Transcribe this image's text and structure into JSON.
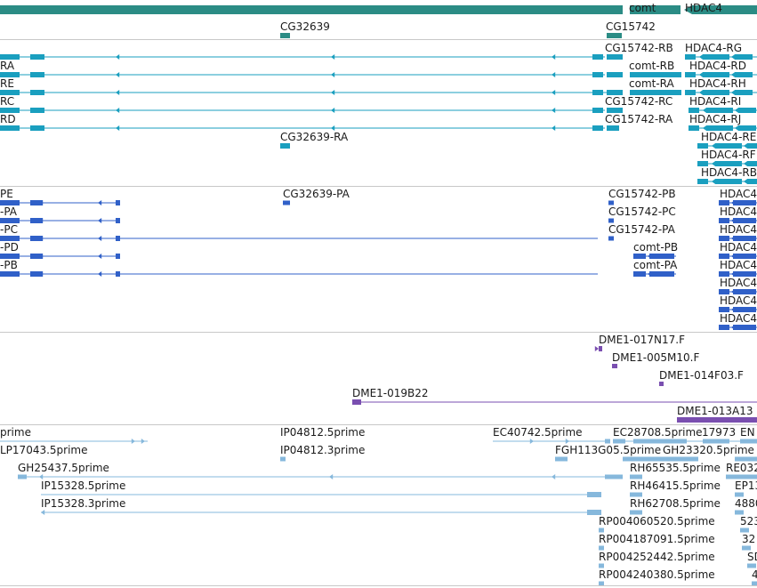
{
  "colors": {
    "gene": "#2b8c85",
    "mrna": "#1a9fbf",
    "protein": "#3060c8",
    "clone": "#7a4fb0",
    "est": "#86b8dc",
    "separator": "#c8c8c8"
  },
  "tracks": {
    "genes": {
      "labels": [
        "comt",
        "HDAC4",
        "CG32639",
        "CG15742"
      ]
    },
    "mrna": {
      "labels": [
        "CG15742-RB",
        "HDAC4-RG",
        "RA",
        "comt-RB",
        "HDAC4-RD",
        "RE",
        "comt-RA",
        "HDAC4-RH",
        "RC",
        "CG15742-RC",
        "HDAC4-RI",
        "RD",
        "CG15742-RA",
        "HDAC4-RJ",
        "CG32639-RA",
        "HDAC4-RE",
        "HDAC4-RF",
        "HDAC4-RB"
      ]
    },
    "protein": {
      "labels": [
        "PE",
        "CG32639-PA",
        "CG15742-PB",
        "HDAC4",
        "-PA",
        "CG15742-PC",
        "HDAC4",
        "-PC",
        "CG15742-PA",
        "HDAC4",
        "-PD",
        "comt-PB",
        "HDAC4",
        "-PB",
        "comt-PA",
        "HDAC4",
        "HDAC4",
        "HDAC4",
        "HDAC4"
      ]
    },
    "clones": {
      "labels": [
        "DME1-017N17.F",
        "DME1-005M10.F",
        "DME1-014F03.F",
        "DME1-019B22",
        "DME1-013A13"
      ]
    },
    "ests": {
      "labels": [
        "prime",
        "IP04812.5prime",
        "EC40742.5prime",
        "EC28708.5prime",
        "17973",
        "EN",
        "LP17043.5prime",
        "IP04812.3prime",
        "FGH113G05.5prime",
        "GH23320.5prime",
        "GH25437.5prime",
        "RH65535.5prime",
        "RE032",
        "IP15328.5prime",
        "RH46415.5prime",
        "EP13",
        "IP15328.3prime",
        "RH62708.5prime",
        "4880",
        "RP004060520.5prime",
        "523",
        "RP004187091.5prime",
        "32",
        "RP004252442.5prime",
        "SD",
        "RP004240380.5prime",
        "4"
      ]
    }
  }
}
